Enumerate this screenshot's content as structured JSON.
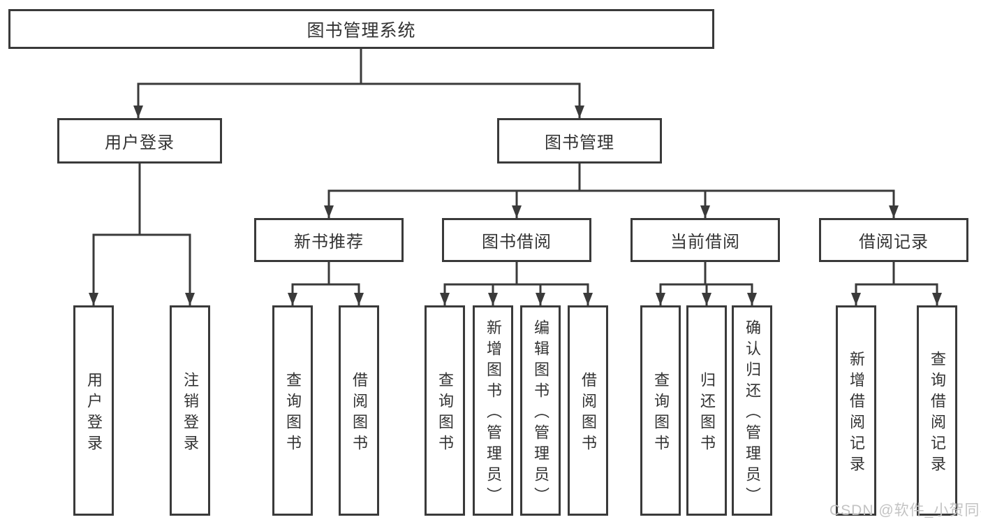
{
  "colors": {
    "background": "#ffffff",
    "line": "#3a3a3a",
    "box_border": "#3a3a3a",
    "text": "#333333",
    "watermark": "#c3c3c3"
  },
  "diagram": {
    "type": "hierarchy-tree",
    "root": {
      "label": "图书管理系统"
    },
    "branches": [
      {
        "label": "用户登录",
        "leaves": [
          {
            "label": "用户登录"
          },
          {
            "label": "注销登录"
          }
        ]
      },
      {
        "label": "图书管理",
        "children": [
          {
            "label": "新书推荐",
            "leaves": [
              {
                "label": "查询图书"
              },
              {
                "label": "借阅图书"
              }
            ]
          },
          {
            "label": "图书借阅",
            "leaves": [
              {
                "label": "查询图书"
              },
              {
                "label": "新增图书（管理员）"
              },
              {
                "label": "编辑图书（管理员）"
              },
              {
                "label": "借阅图书"
              }
            ]
          },
          {
            "label": "当前借阅",
            "leaves": [
              {
                "label": "查询图书"
              },
              {
                "label": "归还图书"
              },
              {
                "label": "确认归还（管理员）"
              }
            ]
          },
          {
            "label": "借阅记录",
            "leaves": [
              {
                "label": "新增借阅记录"
              },
              {
                "label": "查询借阅记录"
              }
            ]
          }
        ]
      }
    ],
    "watermark": "CSDN @软件_小贺同学"
  }
}
